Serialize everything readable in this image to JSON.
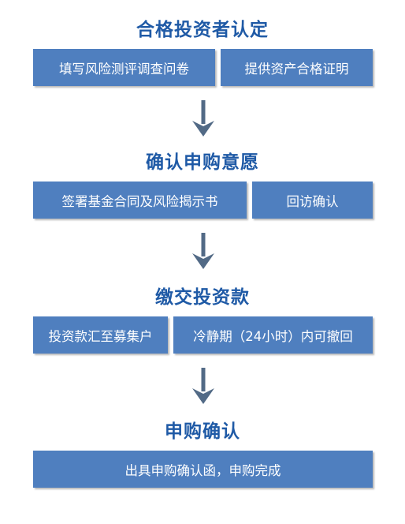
{
  "steps": [
    {
      "title": "合格投资者认定",
      "boxes": [
        "填写风险测评调查问卷",
        "提供资产合格证明"
      ]
    },
    {
      "title": "确认申购意愿",
      "boxes": [
        "签署基金合同及风险揭示书",
        "回访确认"
      ]
    },
    {
      "title": "缴交投资款",
      "boxes": [
        "投资款汇至募集户",
        "冷静期（24小时）内可撤回"
      ]
    },
    {
      "title": "申购确认",
      "boxes": [
        "出具申购确认函，申购完成"
      ]
    }
  ],
  "colors": {
    "heading": "#1f5aa6",
    "box_fill": "#4f7fbf",
    "box_text": "#ffffff",
    "arrow": "#526a86"
  }
}
